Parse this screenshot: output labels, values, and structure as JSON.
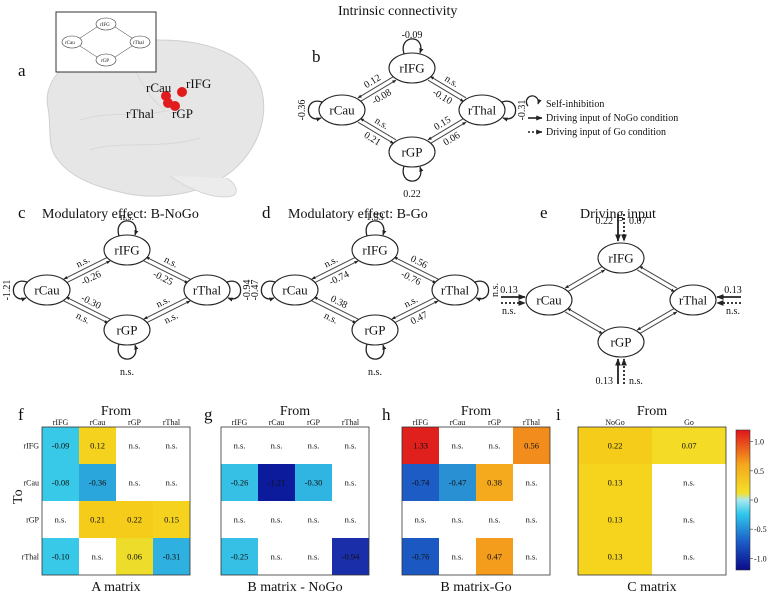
{
  "panel_letters": {
    "a": "a",
    "b": "b",
    "c": "c",
    "d": "d",
    "e": "e",
    "f": "f",
    "g": "g",
    "h": "h",
    "i": "i"
  },
  "titles": {
    "b": "Intrinsic connectivity",
    "c": "Modulatory effect: B-NoGo",
    "d": "Modulatory effect: B-Go",
    "e": "Driving input"
  },
  "nodes": {
    "rIFG": "rIFG",
    "rCau": "rCau",
    "rThal": "rThal",
    "rGP": "rGP"
  },
  "brain_labels": {
    "rCau": "rCau",
    "rIFG": "rIFG",
    "rThal": "rThal",
    "rGP": "rGP"
  },
  "inset_nodes": {
    "rIFG": "rIFG",
    "rCau": "rCau",
    "rThal": "rThal",
    "rGP": "rGP"
  },
  "legend": {
    "self_inhibition": "Self-inhibition",
    "nogo": "Driving input of NoGo condition",
    "go": "Driving input of Go condition"
  },
  "graph_b": {
    "self": {
      "rIFG": "-0.09",
      "rCau": "-0.36",
      "rThal": "-0.31",
      "rGP": "0.22"
    },
    "edges": {
      "IFG_Cau_a": "-0.08",
      "IFG_Cau_b": "0.12",
      "IFG_Thal_a": "n.s.",
      "IFG_Thal_b": "-0.10",
      "Cau_GP_a": "n.s.",
      "Cau_GP_b": "0.21",
      "GP_Thal_a": "0.15",
      "GP_Thal_b": "0.06"
    }
  },
  "graph_c": {
    "self": {
      "rIFG": "n.s.",
      "rCau": "-1.21",
      "rThal": "-0.94",
      "rGP": "n.s."
    },
    "edges": {
      "IFG_Cau_a": "-0.26",
      "IFG_Cau_b": "n.s.",
      "IFG_Thal_a": "n.s.",
      "IFG_Thal_b": "-0.25",
      "Cau_GP_a": "-0.30",
      "Cau_GP_b": "n.s.",
      "GP_Thal_a": "n.s.",
      "GP_Thal_b": "n.s."
    }
  },
  "graph_d": {
    "self": {
      "rIFG": "1.33",
      "rCau": "-0.47",
      "rThal": "n.s.",
      "rGP": "n.s."
    },
    "edges": {
      "IFG_Cau_a": "-0.74",
      "IFG_Cau_b": "n.s.",
      "IFG_Thal_a": "0.56",
      "IFG_Thal_b": "-0.76",
      "Cau_GP_a": "0.38",
      "Cau_GP_b": "n.s.",
      "GP_Thal_a": "n.s.",
      "GP_Thal_b": "0.47"
    }
  },
  "graph_e": {
    "inputs": {
      "IFG_nogo": "0.22",
      "IFG_go": "0.07",
      "Cau_nogo": "0.13",
      "Cau_go": "n.s.",
      "Thal_nogo": "0.13",
      "Thal_go": "n.s.",
      "GP_nogo": "0.13",
      "GP_go": "n.s."
    }
  },
  "matrices": {
    "f": {
      "from_label": "From",
      "to_label": "To",
      "caption": "A matrix",
      "cols": [
        "rIFG",
        "rCau",
        "rGP",
        "rThal"
      ],
      "rows": [
        "rIFG",
        "rCau",
        "rGP",
        "rThal"
      ],
      "cells": [
        [
          {
            "t": "-0.09",
            "c": "#38c8e8"
          },
          {
            "t": "0.12",
            "c": "#f4d21e"
          },
          {
            "t": "n.s.",
            "c": "#ffffff"
          },
          {
            "t": "n.s.",
            "c": "#ffffff"
          }
        ],
        [
          {
            "t": "-0.08",
            "c": "#38c8e8"
          },
          {
            "t": "-0.36",
            "c": "#2aa6dc"
          },
          {
            "t": "n.s.",
            "c": "#ffffff"
          },
          {
            "t": "n.s.",
            "c": "#ffffff"
          }
        ],
        [
          {
            "t": "n.s.",
            "c": "#ffffff"
          },
          {
            "t": "0.21",
            "c": "#f6cc1a"
          },
          {
            "t": "0.22",
            "c": "#f6cc1a"
          },
          {
            "t": "0.15",
            "c": "#f4d21e"
          }
        ],
        [
          {
            "t": "-0.10",
            "c": "#38c8e8"
          },
          {
            "t": "n.s.",
            "c": "#ffffff"
          },
          {
            "t": "0.06",
            "c": "#eedc2a"
          },
          {
            "t": "-0.31",
            "c": "#2eb0e0"
          }
        ]
      ]
    },
    "g": {
      "from_label": "From",
      "caption": "B matrix - NoGo",
      "cols": [
        "rIFG",
        "rCau",
        "rGP",
        "rThal"
      ],
      "rows": [
        "rIFG",
        "rCau",
        "rGP",
        "rThal"
      ],
      "cells": [
        [
          {
            "t": "n.s.",
            "c": "#ffffff"
          },
          {
            "t": "n.s.",
            "c": "#ffffff"
          },
          {
            "t": "n.s.",
            "c": "#ffffff"
          },
          {
            "t": "n.s.",
            "c": "#ffffff"
          }
        ],
        [
          {
            "t": "-0.26",
            "c": "#36c0e6"
          },
          {
            "t": "-1.21",
            "c": "#0c1a9c"
          },
          {
            "t": "-0.30",
            "c": "#30b4e2"
          },
          {
            "t": "n.s.",
            "c": "#ffffff"
          }
        ],
        [
          {
            "t": "n.s.",
            "c": "#ffffff"
          },
          {
            "t": "n.s.",
            "c": "#ffffff"
          },
          {
            "t": "n.s.",
            "c": "#ffffff"
          },
          {
            "t": "n.s.",
            "c": "#ffffff"
          }
        ],
        [
          {
            "t": "-0.25",
            "c": "#36c0e6"
          },
          {
            "t": "n.s.",
            "c": "#ffffff"
          },
          {
            "t": "n.s.",
            "c": "#ffffff"
          },
          {
            "t": "-0.94",
            "c": "#1a2eaa"
          }
        ]
      ]
    },
    "h": {
      "from_label": "From",
      "caption": "B matrix-Go",
      "cols": [
        "rIFG",
        "rCau",
        "rGP",
        "rThal"
      ],
      "rows": [
        "rIFG",
        "rCau",
        "rGP",
        "rThal"
      ],
      "cells": [
        [
          {
            "t": "1.33",
            "c": "#e0201c"
          },
          {
            "t": "n.s.",
            "c": "#ffffff"
          },
          {
            "t": "n.s.",
            "c": "#ffffff"
          },
          {
            "t": "0.56",
            "c": "#f28c1c"
          }
        ],
        [
          {
            "t": "-0.74",
            "c": "#1c5cc4"
          },
          {
            "t": "-0.47",
            "c": "#2a90d4"
          },
          {
            "t": "0.38",
            "c": "#f4aa1c"
          },
          {
            "t": "n.s.",
            "c": "#ffffff"
          }
        ],
        [
          {
            "t": "n.s.",
            "c": "#ffffff"
          },
          {
            "t": "n.s.",
            "c": "#ffffff"
          },
          {
            "t": "n.s.",
            "c": "#ffffff"
          },
          {
            "t": "n.s.",
            "c": "#ffffff"
          }
        ],
        [
          {
            "t": "-0.76",
            "c": "#1c58c2"
          },
          {
            "t": "n.s.",
            "c": "#ffffff"
          },
          {
            "t": "0.47",
            "c": "#f49c1c"
          },
          {
            "t": "n.s.",
            "c": "#ffffff"
          }
        ]
      ]
    },
    "i": {
      "from_label": "From",
      "caption": "C matrix",
      "cols": [
        "NoGo",
        "Go"
      ],
      "rows": [
        "",
        "",
        "",
        ""
      ],
      "cells": [
        [
          {
            "t": "0.22",
            "c": "#f6cc1a"
          },
          {
            "t": "0.07",
            "c": "#f4dc26"
          }
        ],
        [
          {
            "t": "0.13",
            "c": "#f6d41e"
          },
          {
            "t": "n.s.",
            "c": "#ffffff"
          }
        ],
        [
          {
            "t": "0.13",
            "c": "#f6d41e"
          },
          {
            "t": "n.s.",
            "c": "#ffffff"
          }
        ],
        [
          {
            "t": "0.13",
            "c": "#f6d41e"
          },
          {
            "t": "n.s.",
            "c": "#ffffff"
          }
        ]
      ]
    }
  },
  "colorbar": {
    "ticks": [
      "1.0",
      "0.5",
      "0",
      "-0.5",
      "-1.0"
    ],
    "min": -1.2,
    "max": 1.2
  }
}
